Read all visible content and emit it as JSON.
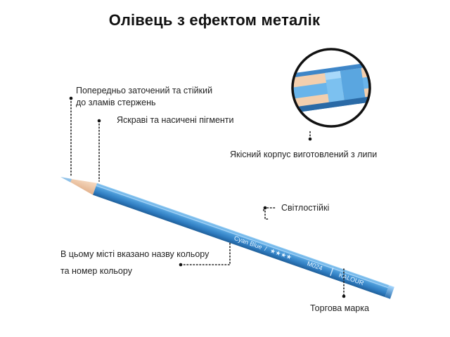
{
  "title": "Олівець з ефектом металік",
  "callouts": {
    "sharpened": [
      "Попередньо заточений та стійкий",
      "до зламів стержень"
    ],
    "pigments": "Яскраві та насичені пігменти",
    "body": "Якісний корпус виготовлений з липи",
    "lightfast": "Світлостійкі",
    "color_name": [
      "В цьому місті вказано назву кольору",
      "та номер кольору"
    ],
    "brand": "Торгова марка"
  },
  "pencil": {
    "color_name": "Cyan Blue",
    "stars": "★★★★",
    "color_number": "M024",
    "brand": "KALOUR",
    "body_color": "#3f8fd0",
    "lead_color": "#8fc1e8",
    "wood_color": "#f0c9a8"
  }
}
